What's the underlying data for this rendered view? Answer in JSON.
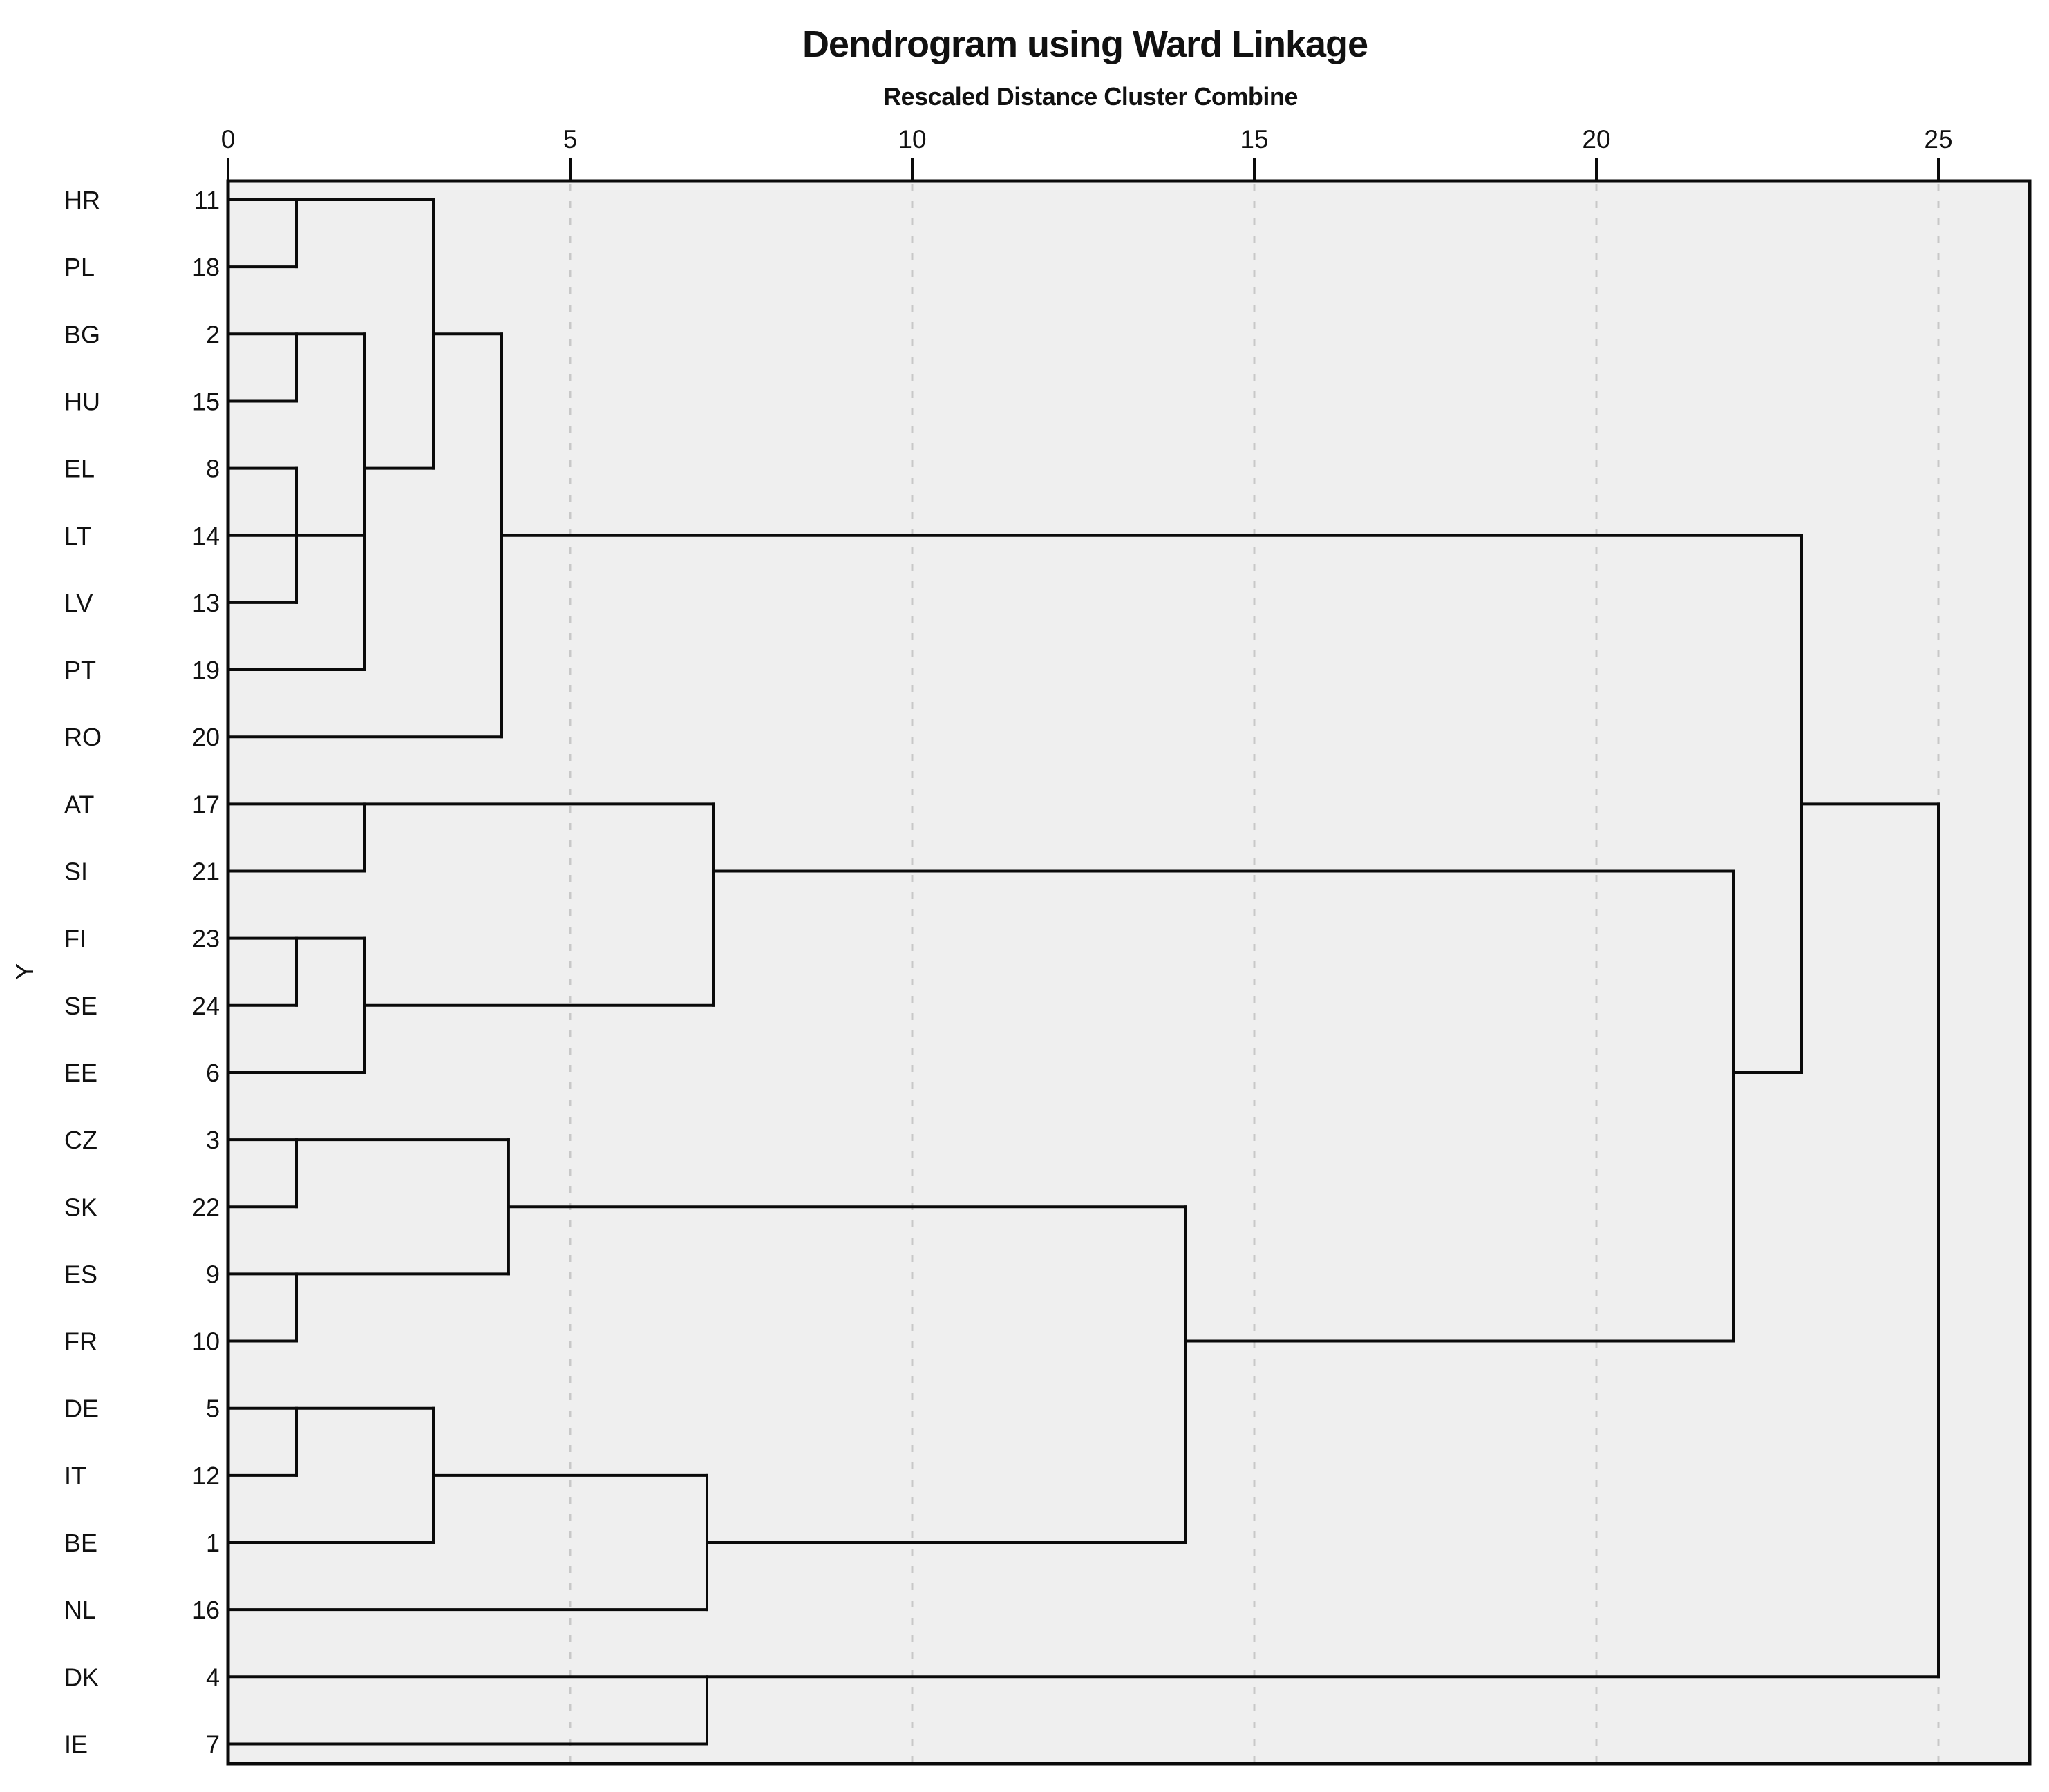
{
  "title": "Dendrogram using Ward Linkage",
  "subtitle": "Rescaled Distance Cluster Combine",
  "y_axis_label": "Y",
  "x_ticks": [
    0,
    5,
    10,
    15,
    20,
    25
  ],
  "colors": {
    "plot_background": "#efefef",
    "line": "#0a0a0a",
    "gridline": "#c8c8c8",
    "text": "#111111",
    "page_background": "#ffffff"
  },
  "chart_data": {
    "type": "dendrogram",
    "orientation": "horizontal",
    "linkage_method": "Ward",
    "distance_axis": {
      "min": 0,
      "max": 25,
      "ticks": [
        0,
        5,
        10,
        15,
        20,
        25
      ],
      "gridlines_dashed_at": [
        5,
        10,
        15,
        20,
        25
      ]
    },
    "leaves": [
      {
        "label": "HR",
        "case": 11
      },
      {
        "label": "PL",
        "case": 18
      },
      {
        "label": "BG",
        "case": 2
      },
      {
        "label": "HU",
        "case": 15
      },
      {
        "label": "EL",
        "case": 8
      },
      {
        "label": "LT",
        "case": 14
      },
      {
        "label": "LV",
        "case": 13
      },
      {
        "label": "PT",
        "case": 19
      },
      {
        "label": "RO",
        "case": 20
      },
      {
        "label": "AT",
        "case": 17
      },
      {
        "label": "SI",
        "case": 21
      },
      {
        "label": "FI",
        "case": 23
      },
      {
        "label": "SE",
        "case": 24
      },
      {
        "label": "EE",
        "case": 6
      },
      {
        "label": "CZ",
        "case": 3
      },
      {
        "label": "SK",
        "case": 22
      },
      {
        "label": "ES",
        "case": 9
      },
      {
        "label": "FR",
        "case": 10
      },
      {
        "label": "DE",
        "case": 5
      },
      {
        "label": "IT",
        "case": 12
      },
      {
        "label": "BE",
        "case": 1
      },
      {
        "label": "NL",
        "case": 16
      },
      {
        "label": "DK",
        "case": 4
      },
      {
        "label": "IE",
        "case": 7
      }
    ],
    "verticals": [
      {
        "d": 1.0,
        "top": "HR",
        "bottom": "PL"
      },
      {
        "d": 1.0,
        "top": "BG",
        "bottom": "HU"
      },
      {
        "d": 1.0,
        "top": "EL",
        "bottom": "LV"
      },
      {
        "d": 2.0,
        "top": "BG",
        "bottom": "PT"
      },
      {
        "d": 3.0,
        "top": "HR",
        "bottom": "EL"
      },
      {
        "d": 4.0,
        "top": "BG",
        "bottom": "RO"
      },
      {
        "d": 2.0,
        "top": "AT",
        "bottom": "SI"
      },
      {
        "d": 1.0,
        "top": "FI",
        "bottom": "SE"
      },
      {
        "d": 2.0,
        "top": "FI",
        "bottom": "EE"
      },
      {
        "d": 7.1,
        "top": "AT",
        "bottom": "SE"
      },
      {
        "d": 1.0,
        "top": "CZ",
        "bottom": "SK"
      },
      {
        "d": 1.0,
        "top": "ES",
        "bottom": "FR"
      },
      {
        "d": 4.1,
        "top": "CZ",
        "bottom": "ES"
      },
      {
        "d": 1.0,
        "top": "DE",
        "bottom": "IT"
      },
      {
        "d": 3.0,
        "top": "DE",
        "bottom": "BE"
      },
      {
        "d": 7.0,
        "top": "IT",
        "bottom": "NL"
      },
      {
        "d": 7.0,
        "top": "DK",
        "bottom": "IE"
      },
      {
        "d": 14.0,
        "top": "SK",
        "bottom": "BE"
      },
      {
        "d": 22.0,
        "top": "SI",
        "bottom": "FR"
      },
      {
        "d": 23.0,
        "top": "LT",
        "bottom": "EE"
      },
      {
        "d": 25.0,
        "top": "AT",
        "bottom": "DK"
      }
    ],
    "horizontals": [
      {
        "row": "HR",
        "from": 0,
        "to": 3
      },
      {
        "row": "PL",
        "from": 0,
        "to": 1
      },
      {
        "row": "BG",
        "from": 0,
        "to": 2
      },
      {
        "row": "BG",
        "from": 3,
        "to": 4
      },
      {
        "row": "HU",
        "from": 0,
        "to": 1
      },
      {
        "row": "EL",
        "from": 0,
        "to": 1
      },
      {
        "row": "EL",
        "from": 2,
        "to": 3
      },
      {
        "row": "LT",
        "from": 0,
        "to": 2
      },
      {
        "row": "LT",
        "from": 4,
        "to": 23
      },
      {
        "row": "LV",
        "from": 0,
        "to": 1
      },
      {
        "row": "PT",
        "from": 0,
        "to": 2
      },
      {
        "row": "RO",
        "from": 0,
        "to": 4
      },
      {
        "row": "AT",
        "from": 0,
        "to": 7.1
      },
      {
        "row": "AT",
        "from": 23,
        "to": 25
      },
      {
        "row": "SI",
        "from": 0,
        "to": 2
      },
      {
        "row": "SI",
        "from": 7.1,
        "to": 22
      },
      {
        "row": "FI",
        "from": 0,
        "to": 2
      },
      {
        "row": "SE",
        "from": 0,
        "to": 1
      },
      {
        "row": "SE",
        "from": 2,
        "to": 7.1
      },
      {
        "row": "EE",
        "from": 0,
        "to": 2
      },
      {
        "row": "EE",
        "from": 22,
        "to": 23
      },
      {
        "row": "CZ",
        "from": 0,
        "to": 4.1
      },
      {
        "row": "SK",
        "from": 0,
        "to": 1
      },
      {
        "row": "SK",
        "from": 4.1,
        "to": 14
      },
      {
        "row": "ES",
        "from": 0,
        "to": 4.1
      },
      {
        "row": "FR",
        "from": 0,
        "to": 1
      },
      {
        "row": "FR",
        "from": 14,
        "to": 22
      },
      {
        "row": "DE",
        "from": 0,
        "to": 3
      },
      {
        "row": "IT",
        "from": 0,
        "to": 1
      },
      {
        "row": "IT",
        "from": 3,
        "to": 7
      },
      {
        "row": "BE",
        "from": 0,
        "to": 3
      },
      {
        "row": "BE",
        "from": 7,
        "to": 14
      },
      {
        "row": "NL",
        "from": 0,
        "to": 7
      },
      {
        "row": "DK",
        "from": 0,
        "to": 25
      },
      {
        "row": "IE",
        "from": 0,
        "to": 7
      }
    ]
  }
}
